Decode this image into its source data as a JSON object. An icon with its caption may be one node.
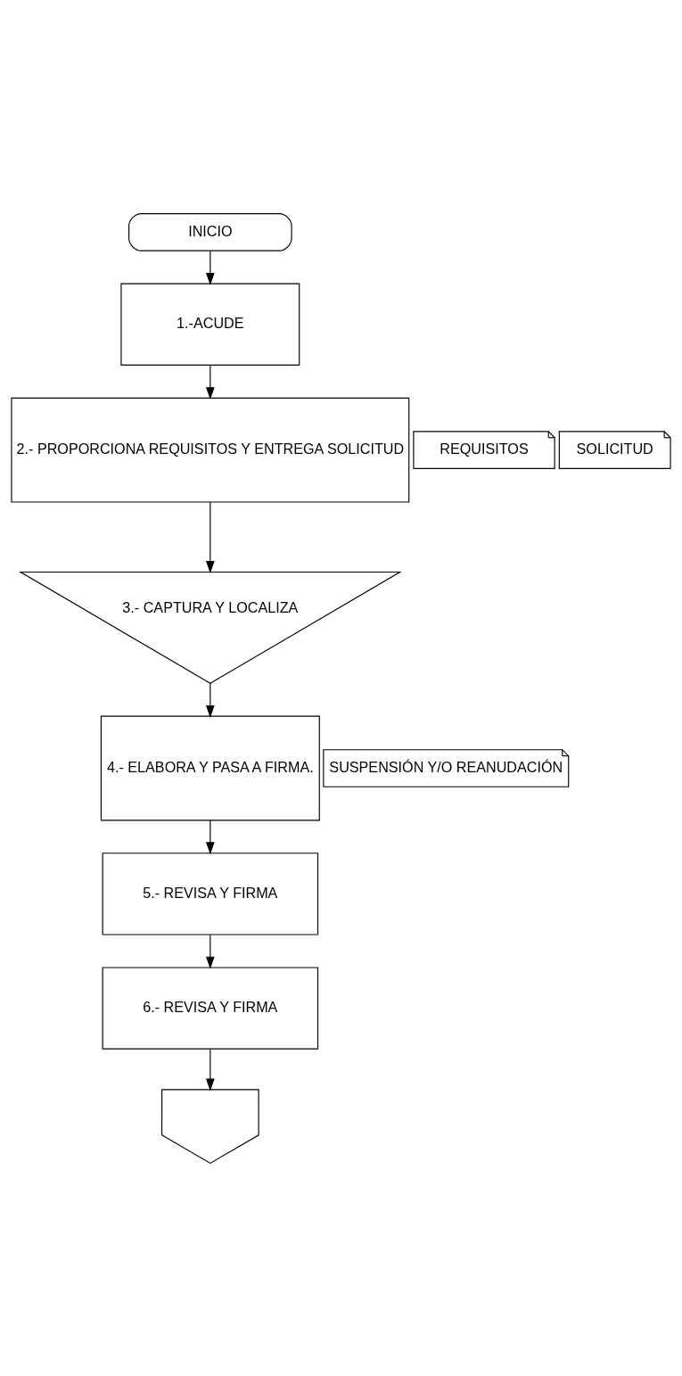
{
  "diagram": {
    "nodes": [
      {
        "text": [
          "INICIO"
        ]
      },
      {
        "text": [
          "1.-ACUDE"
        ]
      },
      {
        "text": [
          "2.- PROPORCIONA REQUISITOS Y ENTREGA SOLICITUD"
        ]
      },
      {
        "text": [
          "REQUISITOS"
        ]
      },
      {
        "text": [
          "SOLICITUD"
        ]
      },
      {
        "text": [
          "3.- CAPTURA Y LOCALIZA"
        ]
      },
      {
        "text": [
          "4.- ELABORA Y PASA A FIRMA."
        ]
      },
      {
        "text": [
          "SUSPENSIÓN Y/O REANUDACIÓN"
        ]
      },
      {
        "text": [
          "5.- REVISA Y FIRMA"
        ]
      },
      {
        "text": [
          "6.- REVISA Y FIRMA"
        ]
      },
      {
        "text": [],
        "shape": "pentagon"
      }
    ],
    "edges": [
      {
        "from": 0,
        "to": 1,
        "arrow": "to"
      },
      {
        "from": 1,
        "to": 2,
        "arrow": "to"
      },
      {
        "from": 2,
        "to": 5,
        "arrow": "to"
      },
      {
        "from": 5,
        "to": 6,
        "arrow": "to"
      },
      {
        "from": 6,
        "to": 8,
        "arrow": "to"
      },
      {
        "from": 8,
        "to": 9,
        "arrow": "to"
      },
      {
        "from": 9,
        "to": 10,
        "arrow": "to"
      }
    ]
  }
}
